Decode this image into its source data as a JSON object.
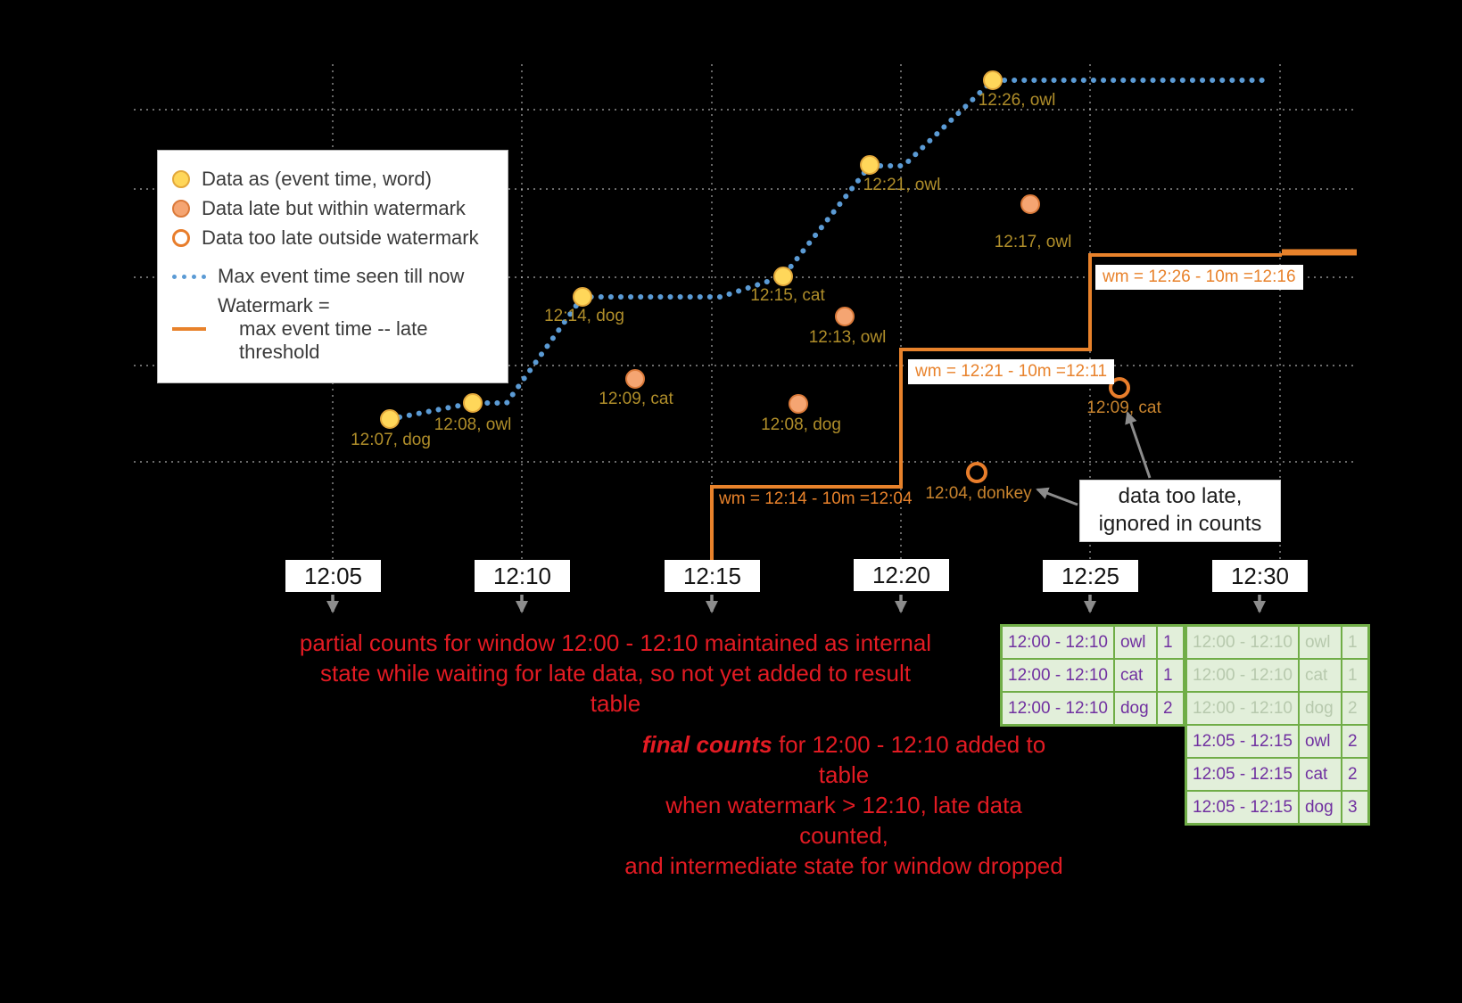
{
  "colors": {
    "background": "#000000",
    "grid": "#c9c9c9",
    "ontime_fill": "#FFD75A",
    "ontime_stroke": "#E3A83B",
    "late_fill": "#F5A572",
    "late_stroke": "#DB7A3A",
    "toolate_stroke": "#E87D2B",
    "max_event_line": "#5B9BD5",
    "watermark_line": "#E8822B",
    "label_gold": "#B08E2A",
    "label_orange": "#C8842E",
    "red_note": "#E31B23",
    "table_border": "#70AD47",
    "table_bg": "#E2EFDA",
    "table_text": "#7030A0",
    "table_text_faded": "#B7C9AD",
    "arrow_gray": "#8C8C8C"
  },
  "legend": {
    "items": [
      {
        "label": "Data as (event time, word)",
        "type": "ontime"
      },
      {
        "label": "Data late but within watermark",
        "type": "late"
      },
      {
        "label": "Data too late outside watermark",
        "type": "toolate"
      },
      {
        "label": "Max event time seen till now",
        "type": "max-line"
      },
      {
        "label": "Watermark =",
        "label2": "max event time -- late threshold",
        "type": "watermark-line"
      }
    ]
  },
  "points": [
    {
      "label": "12:07, dog",
      "type": "ontime"
    },
    {
      "label": "12:08, owl",
      "type": "ontime"
    },
    {
      "label": "12:14, dog",
      "type": "ontime"
    },
    {
      "label": "12:15, cat",
      "type": "ontime"
    },
    {
      "label": "12:21, owl",
      "type": "ontime"
    },
    {
      "label": "12:26, owl",
      "type": "ontime"
    },
    {
      "label": "12:09, cat",
      "type": "late"
    },
    {
      "label": "12:08, dog",
      "type": "late"
    },
    {
      "label": "12:13, owl",
      "type": "late"
    },
    {
      "label": "12:17, owl",
      "type": "late"
    },
    {
      "label": "12:04, donkey",
      "type": "toolate"
    },
    {
      "label": "12:09, cat",
      "type": "toolate"
    }
  ],
  "axis": {
    "ticks": [
      "12:05",
      "12:10",
      "12:15",
      "12:20",
      "12:25",
      "12:30"
    ]
  },
  "watermark_labels": [
    "wm = 12:14 - 10m =12:04",
    "wm = 12:21 - 10m =12:11",
    "wm = 12:26 - 10m =12:16"
  ],
  "annotations": {
    "partial": {
      "line1": "partial counts for window 12:00 - 12:10 maintained as internal",
      "line2": "state while waiting for late data, so not yet added  to result table"
    },
    "final": {
      "em": "final counts",
      "line1_rest": " for 12:00 - 12:10 added to table",
      "line2": "when watermark > 12:10, late data counted,",
      "line3": "and intermediate state for window dropped"
    },
    "too_late_note": {
      "line1": "data too late,",
      "line2": "ignored in counts"
    }
  },
  "tables": {
    "partial": {
      "rows": [
        {
          "window": "12:00 - 12:10",
          "word": "owl",
          "count": "1"
        },
        {
          "window": "12:00 - 12:10",
          "word": "cat",
          "count": "1"
        },
        {
          "window": "12:00 - 12:10",
          "word": "dog",
          "count": "2"
        }
      ]
    },
    "final": {
      "rows": [
        {
          "window": "12:00 - 12:10",
          "word": "owl",
          "count": "1",
          "faded": true
        },
        {
          "window": "12:00 - 12:10",
          "word": "cat",
          "count": "1",
          "faded": true
        },
        {
          "window": "12:00 - 12:10",
          "word": "dog",
          "count": "2",
          "faded": true
        },
        {
          "window": "12:05 - 12:15",
          "word": "owl",
          "count": "2",
          "faded": false
        },
        {
          "window": "12:05 - 12:15",
          "word": "cat",
          "count": "2",
          "faded": false
        },
        {
          "window": "12:05 - 12:15",
          "word": "dog",
          "count": "3",
          "faded": false
        }
      ]
    }
  }
}
